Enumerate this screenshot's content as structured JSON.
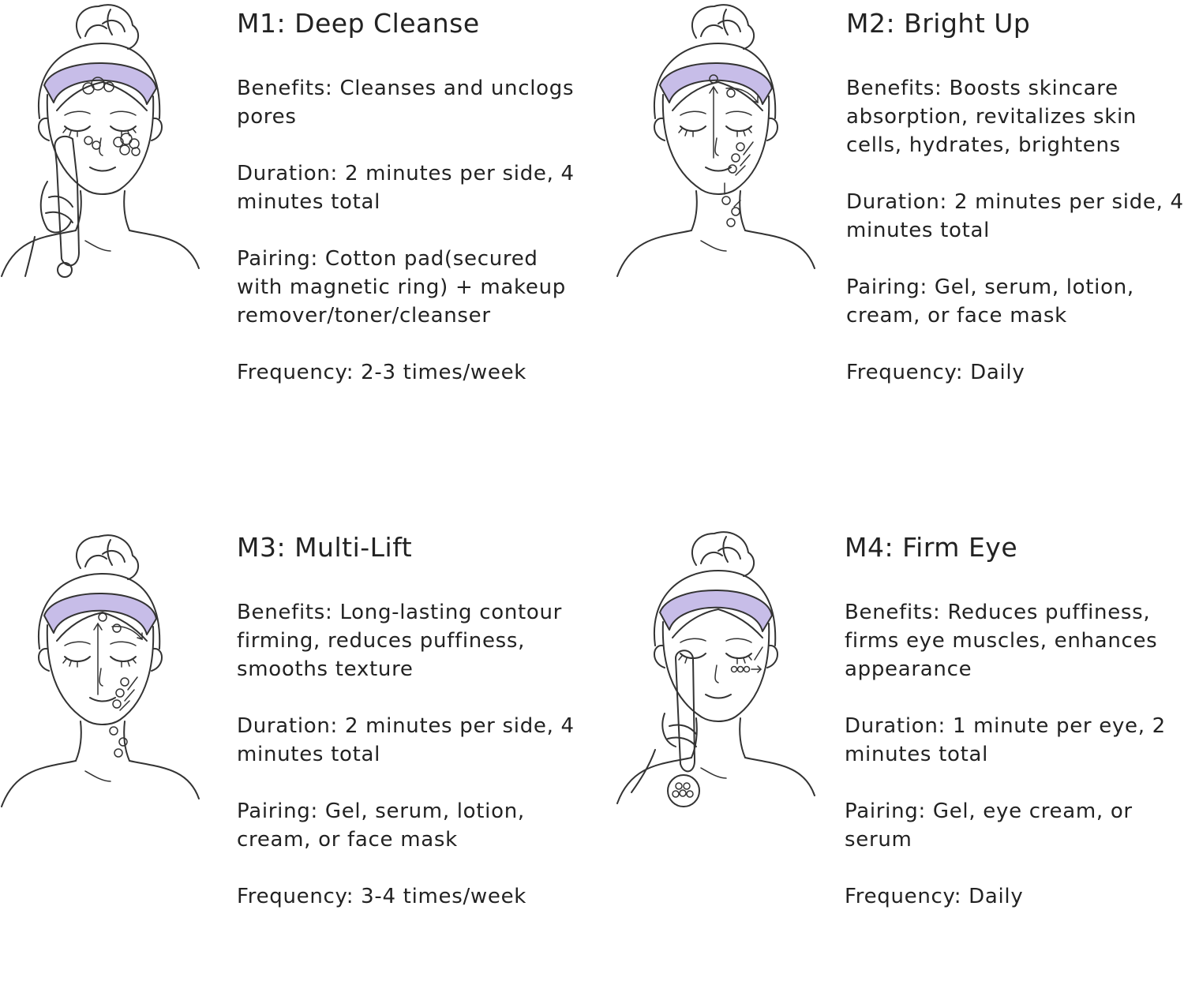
{
  "colors": {
    "headband": "#c7bde8",
    "text": "#222222",
    "line": "#333333"
  },
  "modes": [
    {
      "title": "M1: Deep Cleanse",
      "benefits": "Benefits: Cleanses and unclogs pores",
      "duration": "Duration: 2 minutes per side, 4 minutes total",
      "pairing": "Pairing: Cotton pad(secured with magnetic ring) + makeup remover/toner/cleanser",
      "frequency": "Frequency: 2-3 times/week"
    },
    {
      "title": "M2: Bright Up",
      "benefits": "Benefits: Boosts skincare absorption, revitalizes skin cells, hydrates, brightens",
      "duration": "Duration: 2 minutes per side, 4 minutes total",
      "pairing": "Pairing: Gel, serum, lotion, cream, or face mask",
      "frequency": "Frequency: Daily"
    },
    {
      "title": "M3: Multi-Lift",
      "benefits": "Benefits: Long-lasting contour firming, reduces puffiness, smooths texture",
      "duration": "Duration: 2 minutes per side, 4 minutes total",
      "pairing": "Pairing: Gel, serum, lotion, cream, or face mask",
      "frequency": "Frequency: 3-4 times/week"
    },
    {
      "title": "M4: Firm Eye",
      "benefits": "Benefits: Reduces puffiness, firms eye muscles, enhances appearance",
      "duration": "Duration: 1 minute per eye, 2 minutes total",
      "pairing": "Pairing: Gel, eye cream, or serum",
      "frequency": "Frequency: Daily"
    }
  ]
}
